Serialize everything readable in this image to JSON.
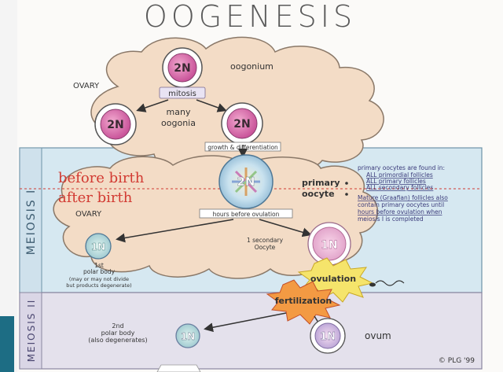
{
  "title": "OOGENESIS",
  "labels": {
    "ovary_top": "OVARY",
    "ovary_mid": "OVARY",
    "oogonium": "oogonium",
    "mitosis": "mitosis",
    "many_oogonia": [
      "many",
      "oogonia"
    ],
    "growth": "growth & differentiation",
    "before_birth": "before birth",
    "after_birth": "after birth",
    "primary_oocyte": [
      "primary",
      "oocyte"
    ],
    "hours_before": "hours before ovulation",
    "note1": [
      "primary oocytes are found in:",
      "ALL primordial follicles",
      "ALL primary follicles",
      "ALL secondary follicles"
    ],
    "note2": [
      "Mature (Graafian) follicles also",
      "contain primary oocytes until",
      "hours before ovulation when",
      "meiosis I is completed"
    ],
    "first_polar": [
      "1st",
      "polar body",
      "(may or may not divide",
      "but products degenerate)"
    ],
    "secondary_oocyte": [
      "1 secondary",
      "Oocyte"
    ],
    "ovulation": "ovulation",
    "fertilization": "fertilization",
    "second_polar": [
      "2nd",
      "polar body",
      "(also degenerates)"
    ],
    "ovum": "ovum",
    "copyright": "© PLG '99",
    "meiosis1": "MEIOSIS I",
    "meiosis2": "MEIOSIS II"
  },
  "cells": {
    "oogonium": "2N",
    "oogonia_left": "2N",
    "oogonia_right": "2N",
    "primary": "2N",
    "polar1": "1N",
    "secondary": "1N",
    "polar2": "1N",
    "ovum": "1N"
  },
  "colors": {
    "cloud": "#f3dcc6",
    "cloud_stroke": "#8a7868",
    "meiosis_band": "#d6e8f1",
    "meiosis2_band": "#e4e1ec",
    "pink_cell": "#d96fa8",
    "red_text": "#d23a32",
    "title": "#5a5a5a",
    "teal_corner": "#1d6d84"
  }
}
